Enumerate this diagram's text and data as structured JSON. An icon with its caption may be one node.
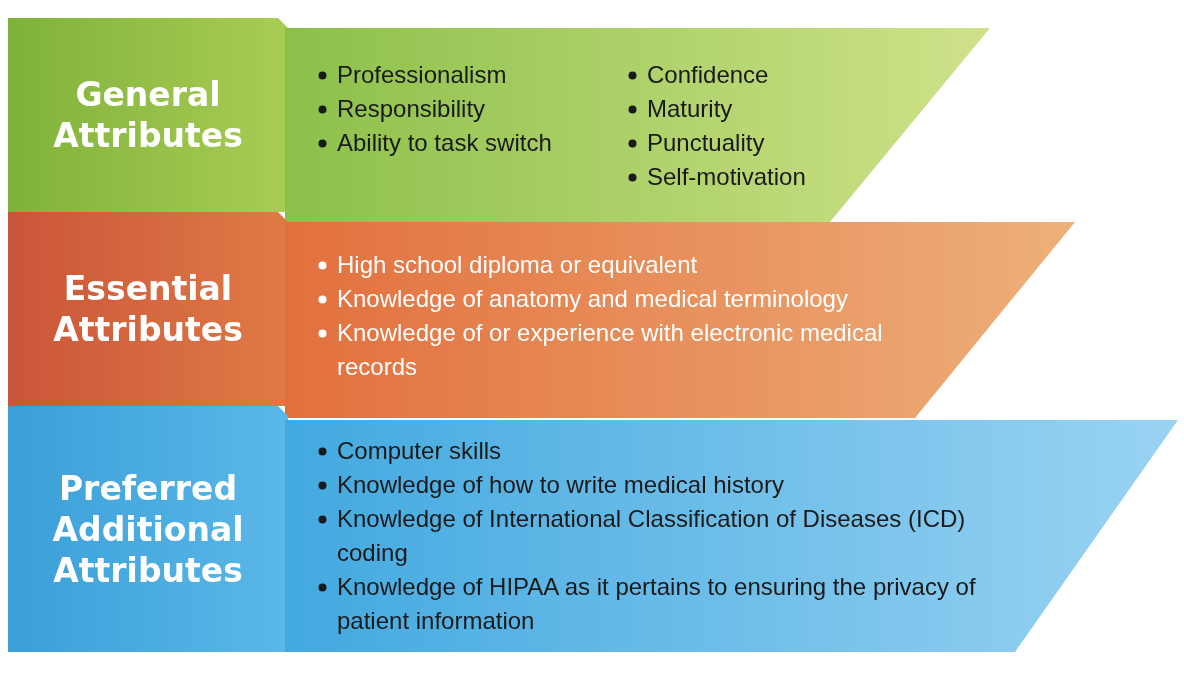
{
  "diagram": {
    "nodes": [
      {
        "text": [
          "General Attributes"
        ]
      },
      {
        "text": [
          "Professionalism",
          "Responsibility",
          "Ability to task switch",
          "Confidence",
          "Maturity",
          "Punctuality",
          "Self-motivation"
        ]
      },
      {
        "text": [
          "Essential Attributes"
        ]
      },
      {
        "text": [
          "High school diploma or equivalent",
          "Knowledge of anatomy and medical terminology",
          "Knowledge of or experience with electronic medical records"
        ]
      },
      {
        "text": [
          "Preferred Additional Attributes"
        ]
      },
      {
        "text": [
          "Computer skills",
          "Knowledge of how to write medical history",
          "Knowledge of International Classification of Diseases (ICD) coding",
          "Knowledge of HIPAA as it pertains to ensuring the privacy of patient information"
        ]
      }
    ],
    "edges": []
  }
}
